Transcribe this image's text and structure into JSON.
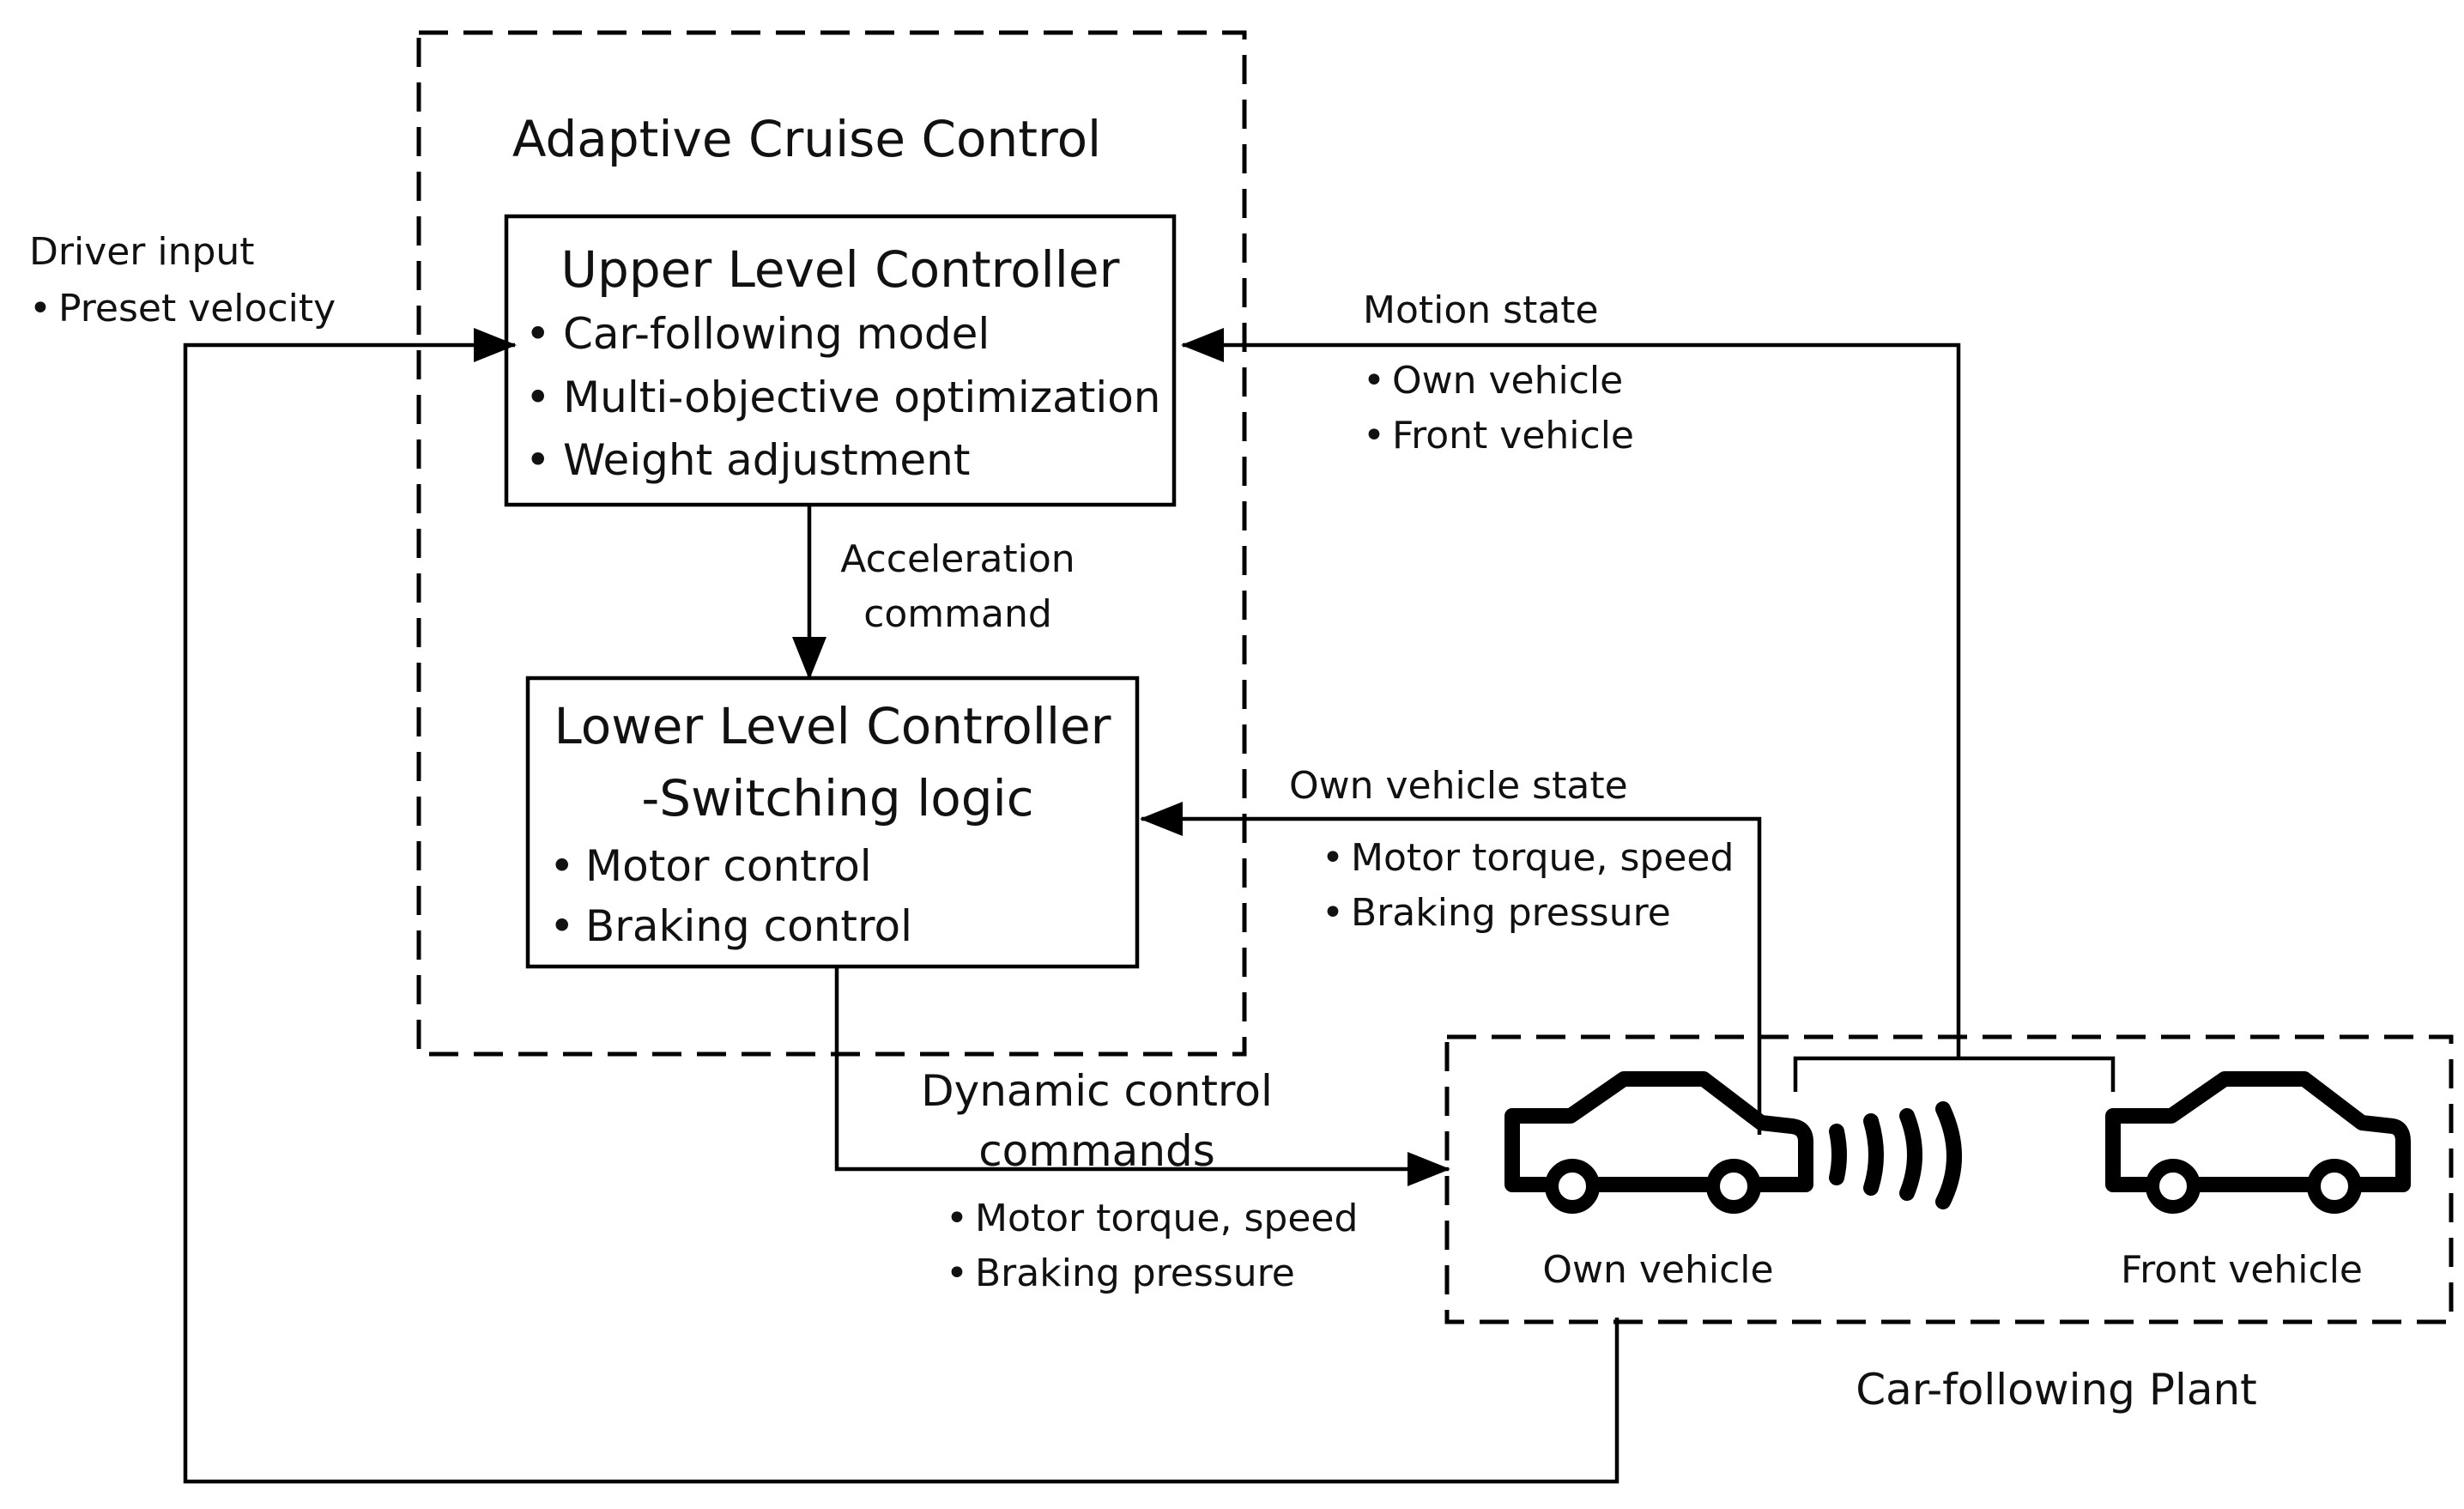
{
  "acc_block": {
    "title": "Adaptive Cruise Control"
  },
  "upper_controller": {
    "title": "Upper Level Controller",
    "items": [
      "Car-following model",
      "Multi-objective optimization",
      "Weight adjustment"
    ]
  },
  "lower_controller": {
    "title_line1": "Lower Level Controller",
    "title_line2": "-Switching logic",
    "items": [
      "Motor control",
      "Braking control"
    ]
  },
  "driver_input": {
    "label": "Driver input",
    "items": [
      "Preset velocity"
    ]
  },
  "motion_state": {
    "label": "Motion state",
    "items": [
      "Own vehicle",
      "Front vehicle"
    ]
  },
  "acceleration_command": {
    "line1": "Acceleration",
    "line2": "command"
  },
  "own_vehicle_state": {
    "label": "Own vehicle state",
    "items": [
      "Motor torque, speed",
      "Braking pressure"
    ]
  },
  "dynamic_control": {
    "line1": "Dynamic control",
    "line2": "commands",
    "items": [
      "Motor torque, speed",
      "Braking pressure"
    ]
  },
  "plant": {
    "title": "Car-following Plant",
    "own_vehicle": "Own vehicle",
    "front_vehicle": "Front vehicle"
  },
  "bullet": "•",
  "icons": {
    "vehicle": "car-icon",
    "signal": "signal-waves-icon"
  }
}
